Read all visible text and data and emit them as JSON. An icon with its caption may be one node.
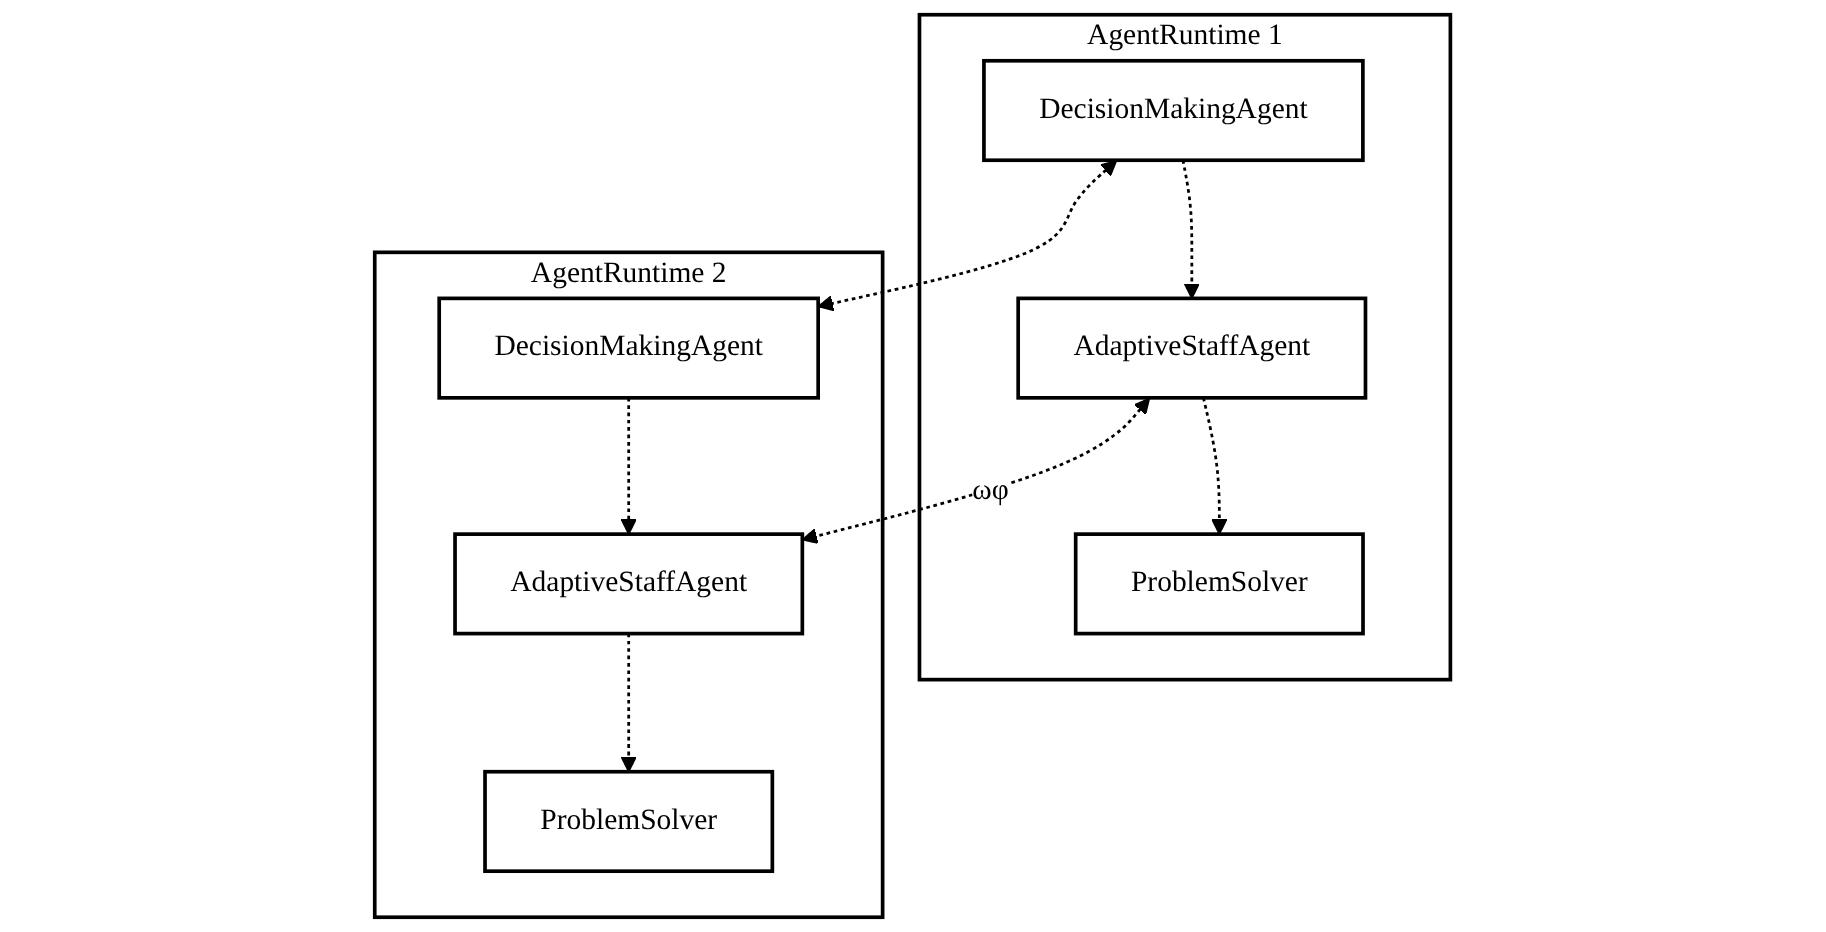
{
  "diagram": {
    "nodes": [
      {
        "text": [
          "AgentRuntime 1"
        ]
      },
      {
        "text": [
          "DecisionMakingAgent"
        ],
        "in": 0
      },
      {
        "text": [
          "ProblemSolver"
        ],
        "in": 0
      },
      {
        "text": [
          "AdaptiveStaffAgent"
        ],
        "in": 0
      },
      {
        "text": [
          "AgentRuntime 2"
        ]
      },
      {
        "text": [
          "DecisionMakingAgent"
        ],
        "in": 4
      },
      {
        "text": [
          "AdaptiveStaffAgent"
        ],
        "in": 4
      },
      {
        "text": [
          "ProblemSolver"
        ],
        "in": 4
      }
    ],
    "edges": [
      {
        "from": 1,
        "to": 5,
        "arrow": "both",
        "style": "dashed"
      },
      {
        "from": 1,
        "to": 3,
        "arrow": "to",
        "style": "dashed"
      },
      {
        "from": 5,
        "to": 6,
        "arrow": "to",
        "style": "dashed"
      },
      {
        "from": 3,
        "to": 2,
        "arrow": "to",
        "style": "dashed"
      },
      {
        "from": 3,
        "to": 6,
        "arrow": "both",
        "style": "dashed",
        "label": "ωφ"
      },
      {
        "from": 6,
        "to": 7,
        "arrow": "to",
        "style": "dashed"
      }
    ]
  }
}
